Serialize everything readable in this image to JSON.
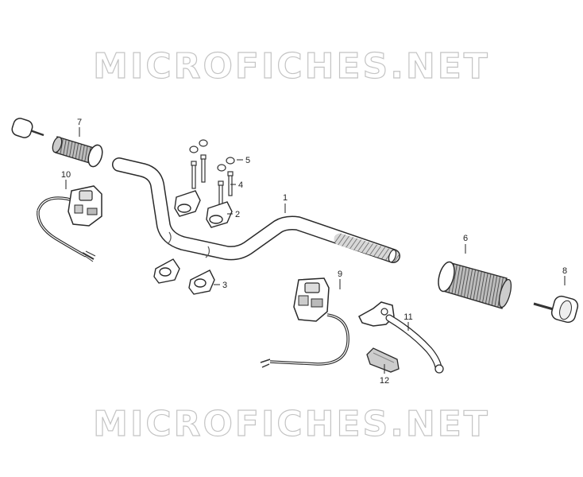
{
  "watermark": {
    "top": "MICROFICHES.NET",
    "bottom": "MICROFICHES.NET"
  },
  "callouts": [
    {
      "num": "1",
      "part": "handlebar"
    },
    {
      "num": "2",
      "part": "upper-holder"
    },
    {
      "num": "3",
      "part": "lower-holder"
    },
    {
      "num": "4",
      "part": "bolt"
    },
    {
      "num": "5",
      "part": "cap"
    },
    {
      "num": "6",
      "part": "right-grip"
    },
    {
      "num": "7",
      "part": "left-grip"
    },
    {
      "num": "8",
      "part": "bar-end-weight"
    },
    {
      "num": "9",
      "part": "right-switch"
    },
    {
      "num": "10",
      "part": "left-switch"
    },
    {
      "num": "11",
      "part": "brake-lever"
    },
    {
      "num": "12",
      "part": "lever-cover"
    }
  ]
}
